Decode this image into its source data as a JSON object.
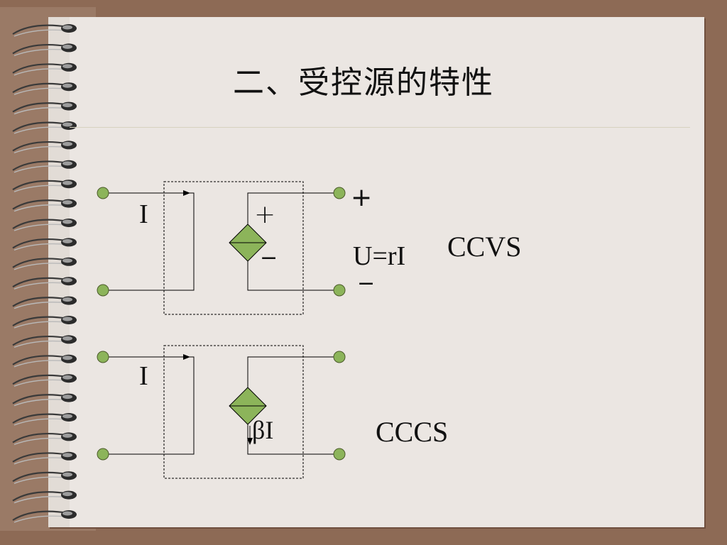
{
  "title": "二、受控源的特性",
  "ccvs": {
    "current_label": "I",
    "plus": "+",
    "minus": "−",
    "out_plus": "+",
    "out_minus": "−",
    "equation": "U=rI",
    "name": "CCVS"
  },
  "cccs": {
    "current_label": "I",
    "source_label": "βI",
    "name": "CCCS"
  },
  "colors": {
    "terminal": "#8cb45a",
    "source_fill": "#8cb45a",
    "paper": "#ebe6e2",
    "frame": "#8d6a55"
  }
}
